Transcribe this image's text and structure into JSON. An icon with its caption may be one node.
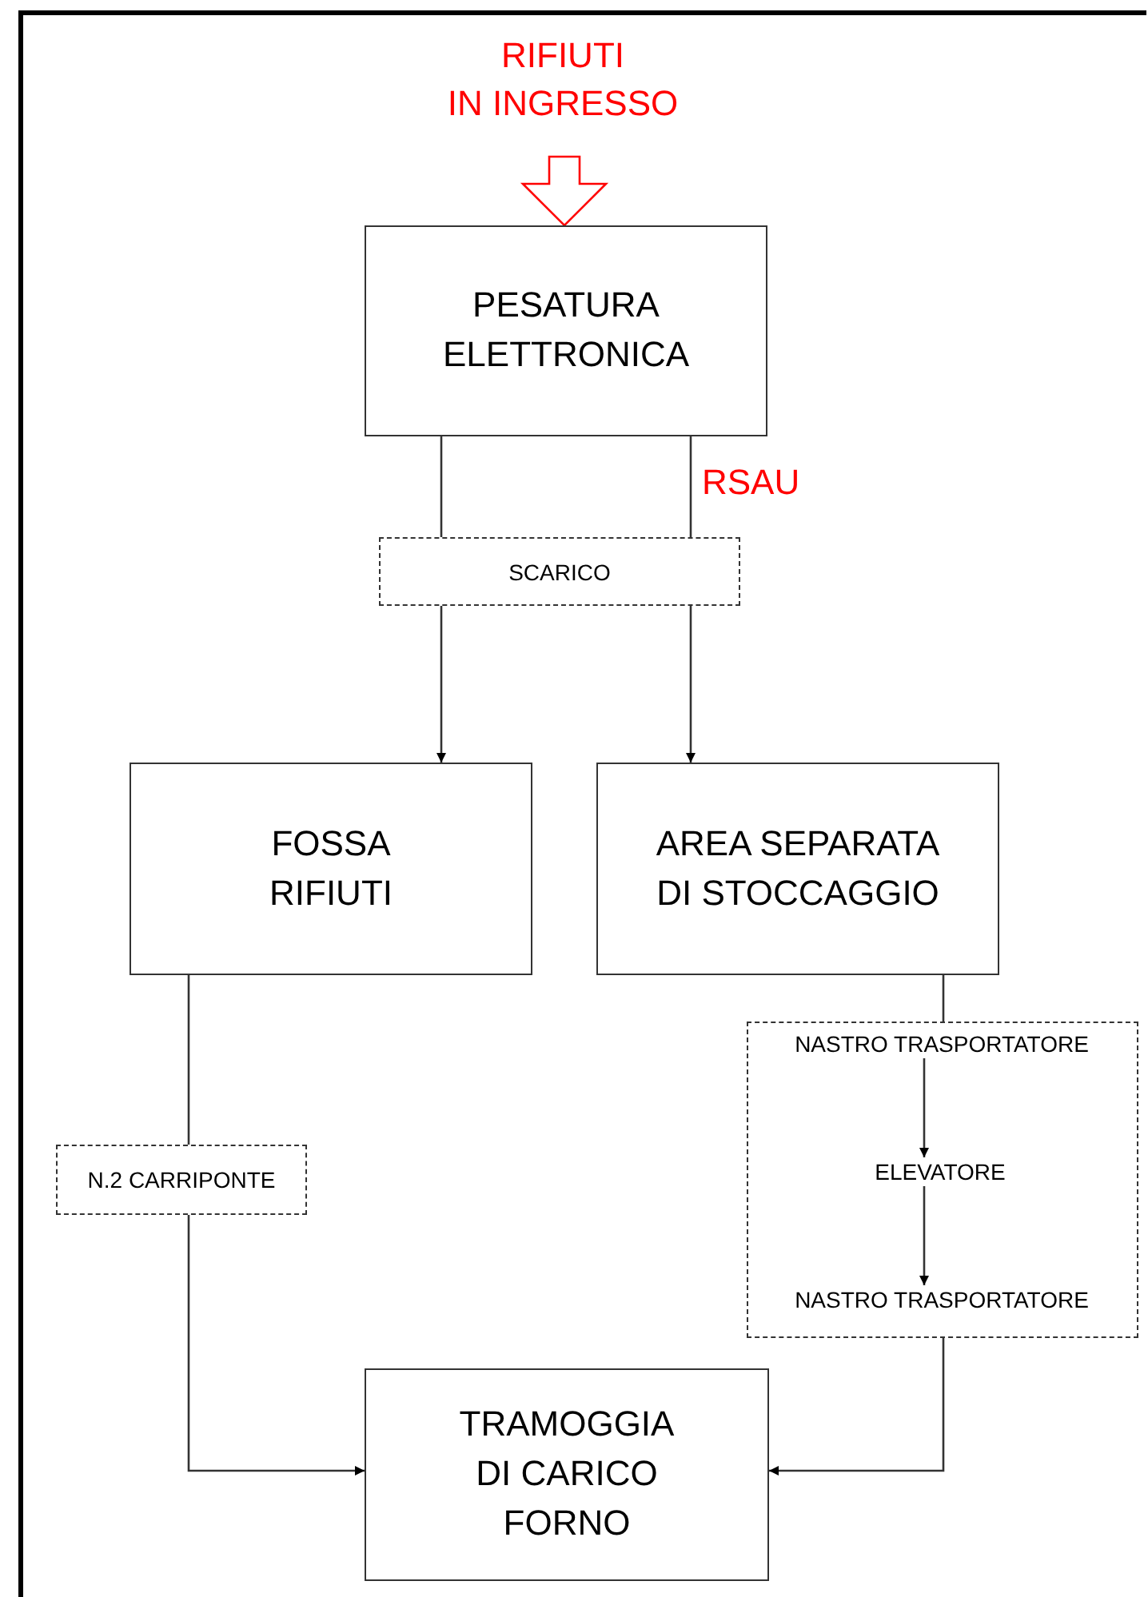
{
  "diagram": {
    "nodes": [
      {
        "text": [
          "RIFIUTI IN INGRESSO"
        ]
      },
      {
        "text": [
          "PESATURA ELETTRONICA"
        ]
      },
      {
        "text": [
          "SCARICO"
        ]
      },
      {
        "text": [
          "FOSSA RIFIUTI"
        ]
      },
      {
        "text": [
          "AREA SEPARATA DI STOCCAGGIO"
        ]
      },
      {
        "text": [
          "N.2 CARRIPONTE"
        ]
      },
      {
        "text": [],
        "shape": "box"
      },
      {
        "text": [
          "NASTRO TRASPORTATORE"
        ],
        "in": 6
      },
      {
        "text": [
          "ELEVATORE"
        ],
        "in": 6
      },
      {
        "text": [
          "NASTRO TRASPORTATORE"
        ],
        "in": 6
      },
      {
        "text": [
          "TRAMOGGIA DI CARICO FORNO"
        ]
      }
    ],
    "edges": [
      {
        "from": 0,
        "to": 1,
        "arrow": "to",
        "style": "thick",
        "color": "#ff0000"
      },
      {
        "from": 1,
        "to": 2,
        "arrow": "none"
      },
      {
        "from": 1,
        "to": 2,
        "arrow": "none",
        "label": "RSAU"
      },
      {
        "from": 2,
        "to": 3,
        "arrow": "to"
      },
      {
        "from": 2,
        "to": 4,
        "arrow": "to"
      },
      {
        "from": 3,
        "to": 5,
        "arrow": "none"
      },
      {
        "from": 5,
        "to": 10,
        "arrow": "to"
      },
      {
        "from": 4,
        "to": 6,
        "arrow": "none"
      },
      {
        "from": 7,
        "to": 8,
        "arrow": "to"
      },
      {
        "from": 8,
        "to": 9,
        "arrow": "to"
      },
      {
        "from": 6,
        "to": 10,
        "arrow": "to"
      }
    ]
  }
}
